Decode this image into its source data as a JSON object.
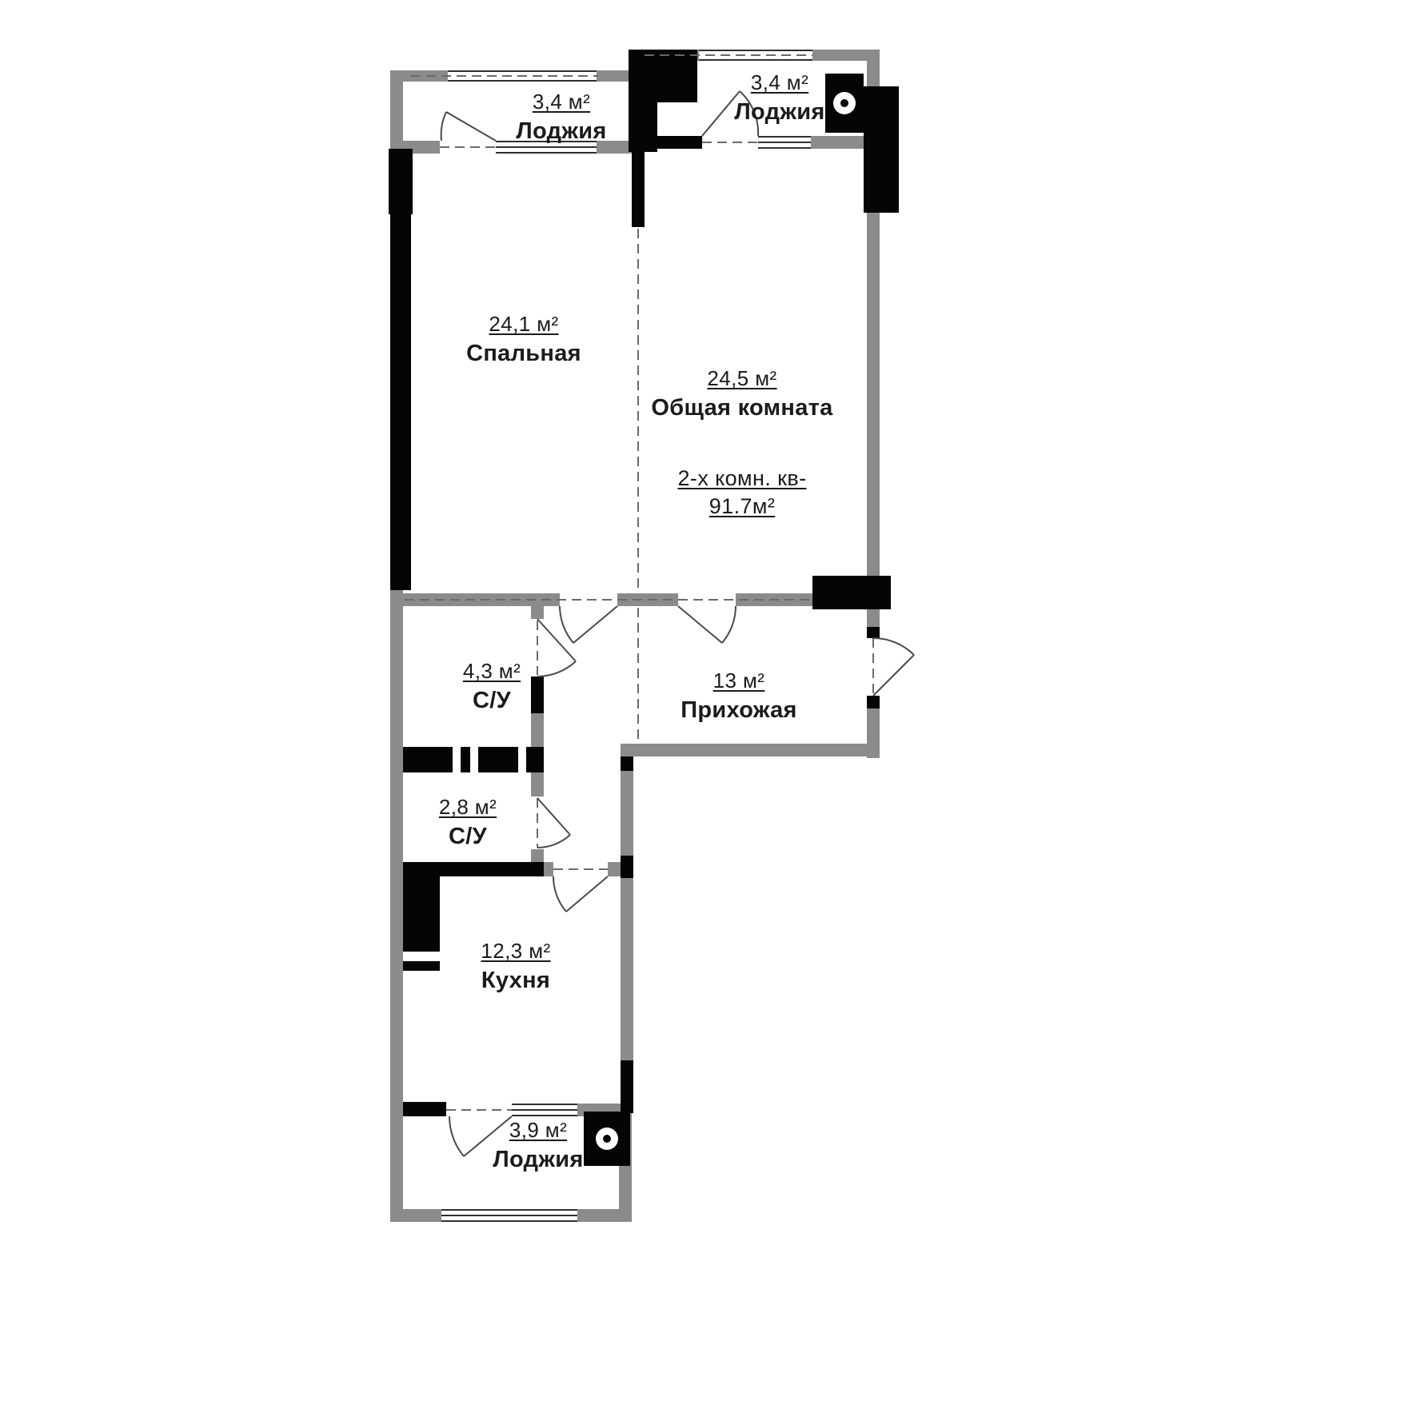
{
  "plan_title": {
    "line1": "2-х комн. кв-",
    "line2": "91.7м²"
  },
  "rooms": [
    {
      "id": "loggia-top-left",
      "area": "3,4 м²",
      "name": "Лоджия"
    },
    {
      "id": "loggia-top-right",
      "area": "3,4 м²",
      "name": "Лоджия"
    },
    {
      "id": "bedroom",
      "area": "24,1 м²",
      "name": "Спальная"
    },
    {
      "id": "living-room",
      "area": "24,5 м²",
      "name": "Общая комната"
    },
    {
      "id": "bathroom-large",
      "area": "4,3 м²",
      "name": "С/У"
    },
    {
      "id": "hallway",
      "area": "13 м²",
      "name": "Прихожая"
    },
    {
      "id": "bathroom-small",
      "area": "2,8 м²",
      "name": "С/У"
    },
    {
      "id": "kitchen",
      "area": "12,3 м²",
      "name": "Кухня"
    },
    {
      "id": "loggia-bottom",
      "area": "3,9 м²",
      "name": "Лоджия"
    }
  ],
  "colors": {
    "wall_gray": "#8b8b8b",
    "wall_black": "#050505",
    "text": "#1b1b1b"
  }
}
